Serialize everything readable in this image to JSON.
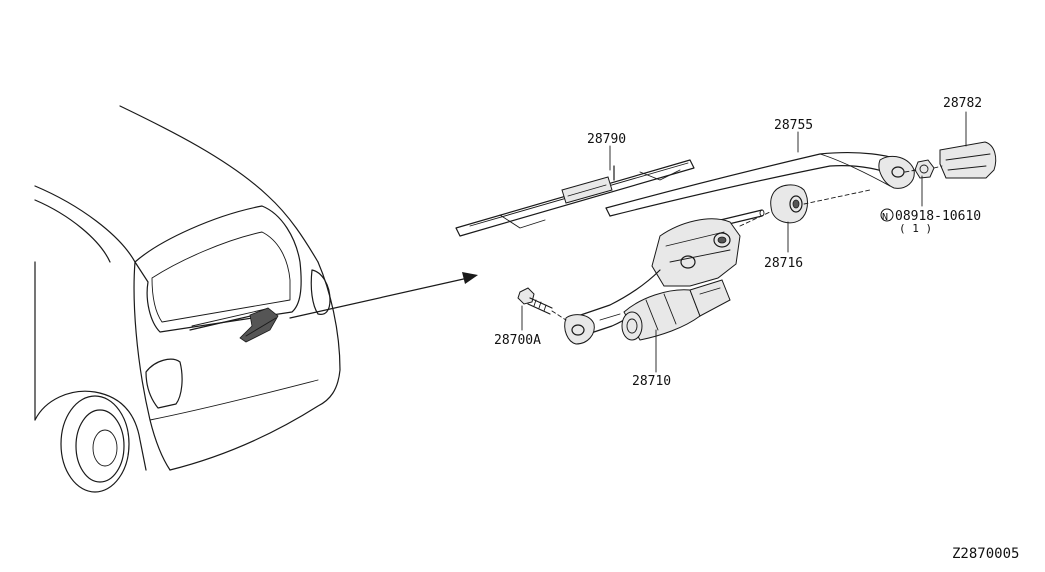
{
  "parts": {
    "blade": "28790",
    "arm": "28755",
    "cap": "28782",
    "nut_symbol": "N",
    "nut": "08918-10610",
    "nut_qty": "( 1 )",
    "seal": "28716",
    "bolt": "28700A",
    "motor": "28710"
  },
  "diagram_code": "Z2870005"
}
